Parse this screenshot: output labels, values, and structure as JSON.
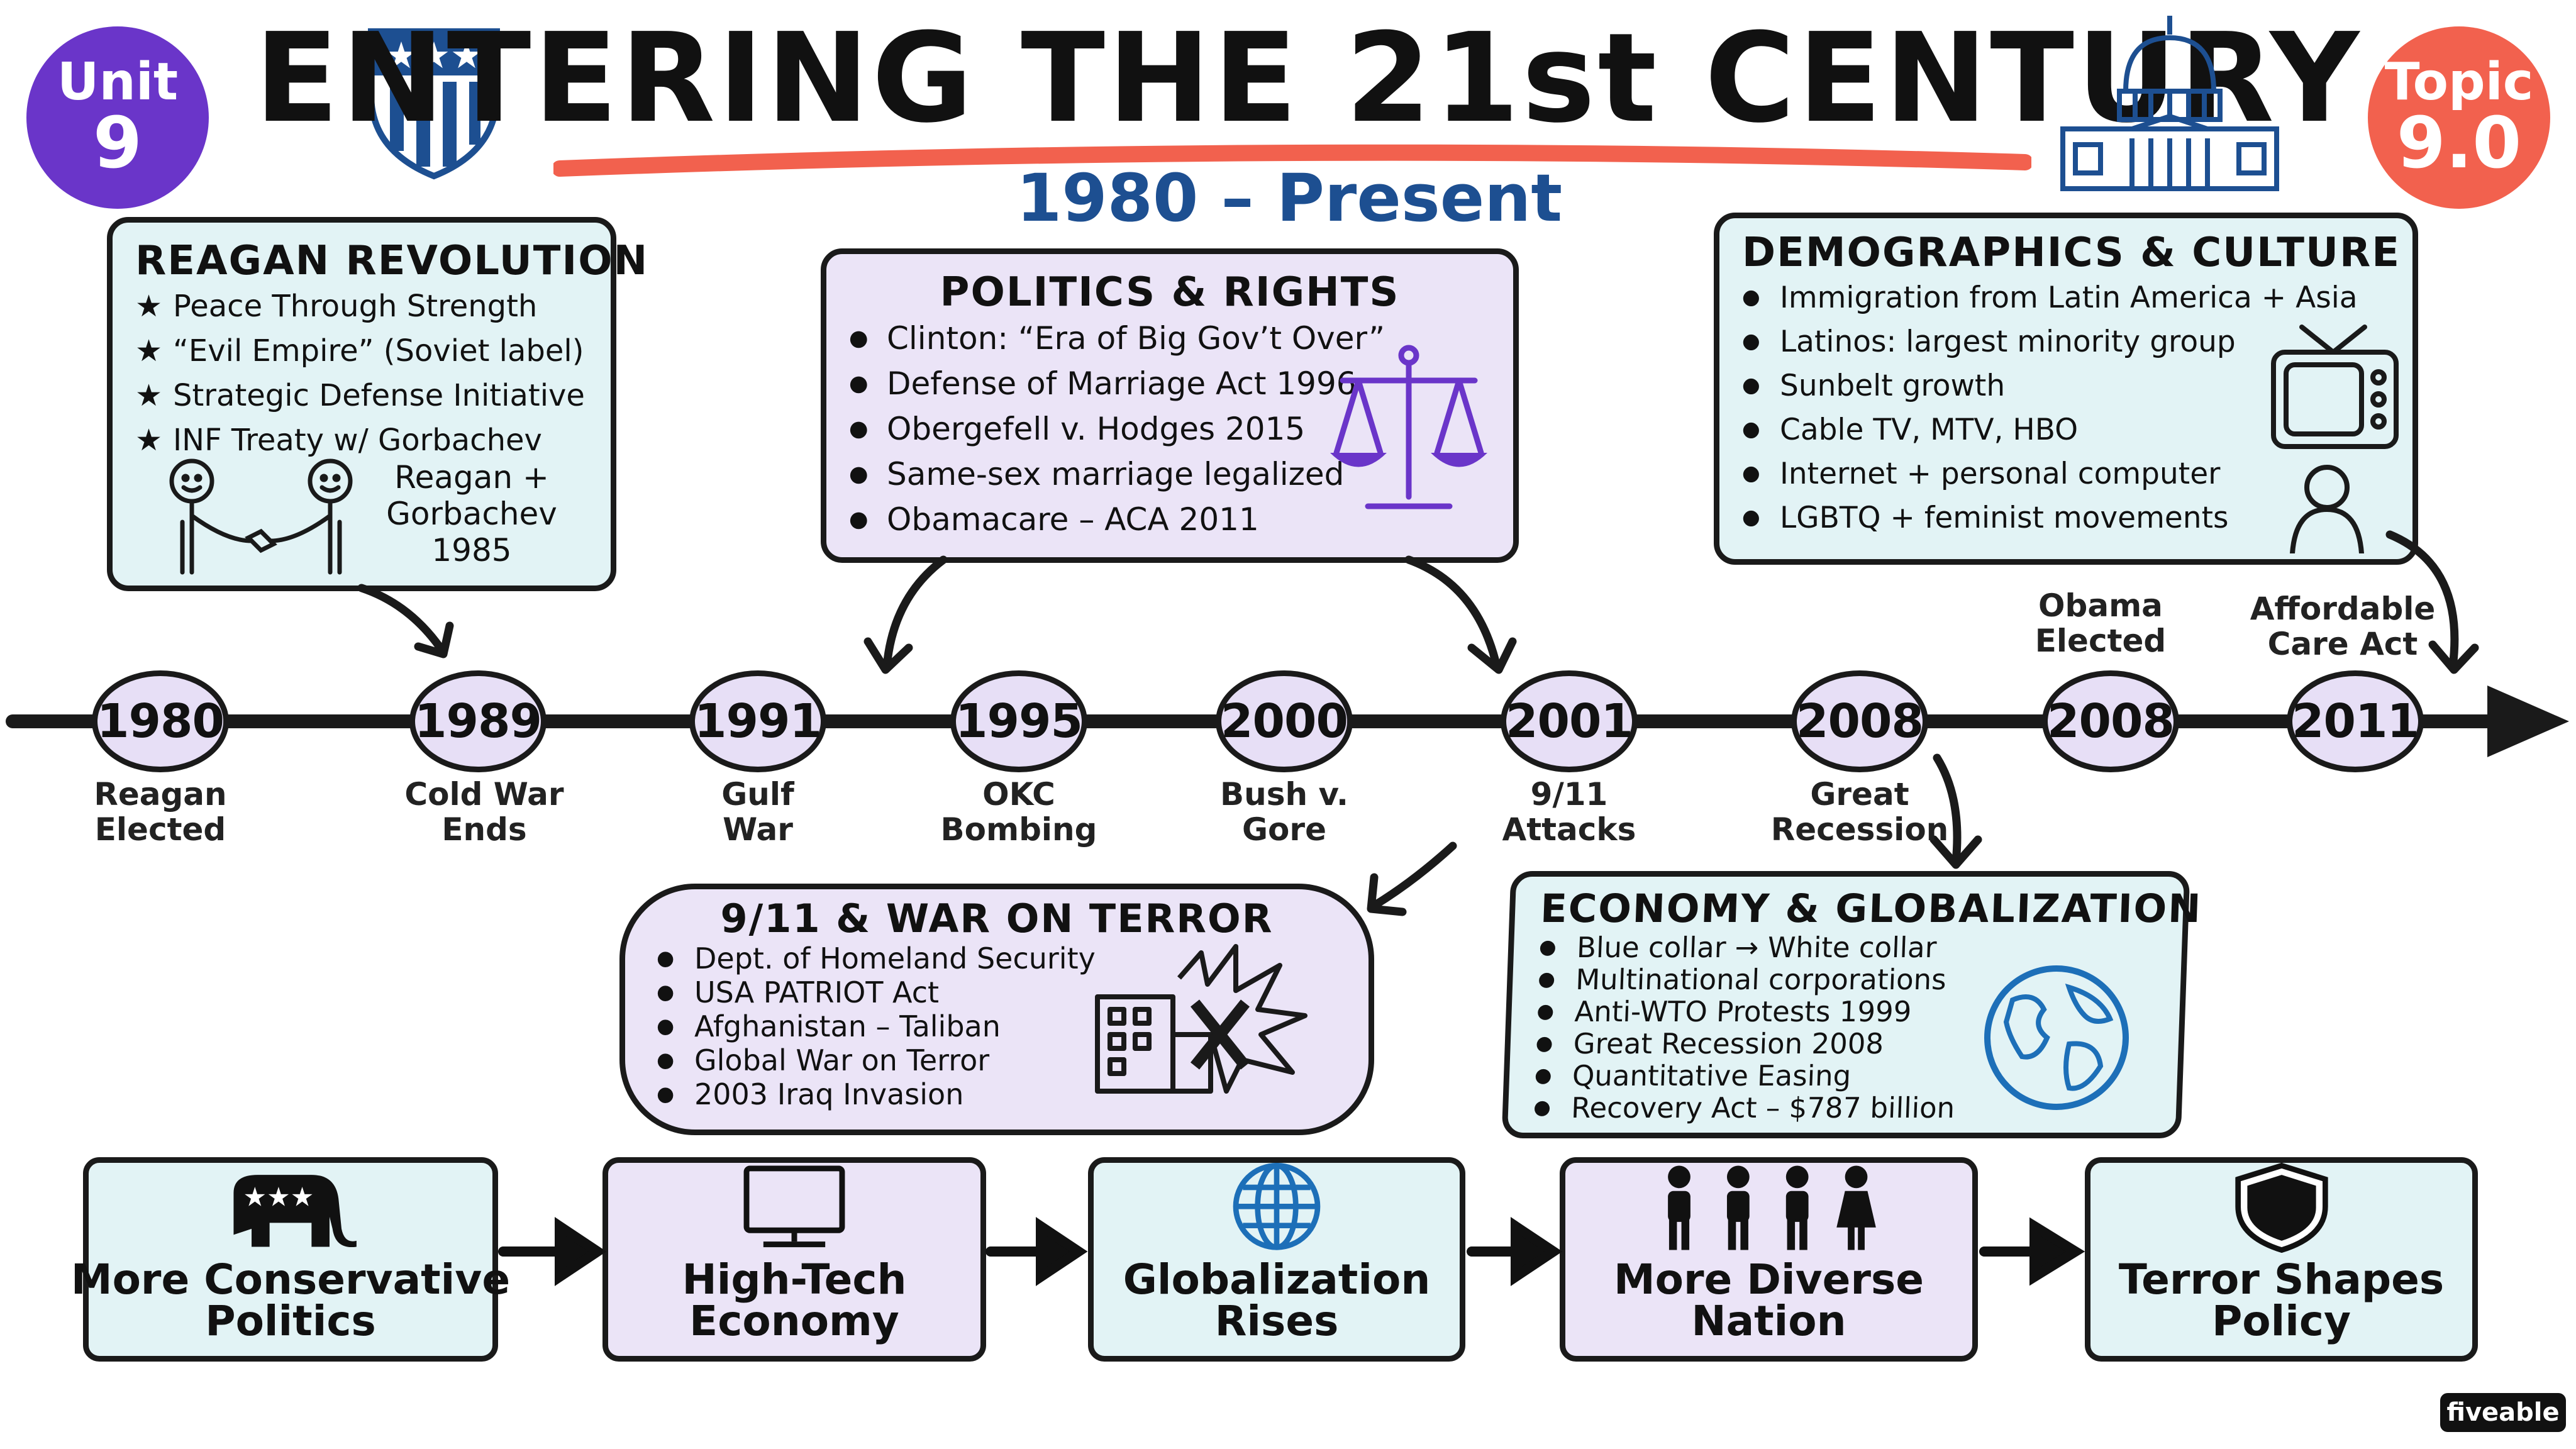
{
  "badges": {
    "unit": {
      "line1": "Unit",
      "line2": "9"
    },
    "topic": {
      "line1": "Topic",
      "line2": "9.0"
    }
  },
  "header": {
    "title": "ENTERING THE 21st CENTURY",
    "subtitle": "1980 – Present"
  },
  "reagan_box": {
    "title": "REAGAN REVOLUTION",
    "items": [
      "Peace Through Strength",
      "“Evil Empire” (Soviet label)",
      "Strategic Defense Initiative",
      "INF Treaty w/ Gorbachev"
    ],
    "caption": [
      "Reagan +",
      "Gorbachev",
      "1985"
    ]
  },
  "politics_box": {
    "title": "POLITICS & RIGHTS",
    "items": [
      "Clinton: “Era of Big Gov’t Over”",
      "Defense of Marriage Act 1996",
      "Obergefell v. Hodges 2015",
      "Same-sex marriage legalized",
      "Obamacare – ACA 2011"
    ]
  },
  "demographics_box": {
    "title": "DEMOGRAPHICS & CULTURE",
    "items": [
      "Immigration from Latin America + Asia",
      "Latinos: largest minority group",
      "Sunbelt growth",
      "Cable TV, MTV, HBO",
      "Internet + personal computer",
      "LGBTQ + feminist movements"
    ]
  },
  "terror_box": {
    "title": "9/11 & WAR ON TERROR",
    "items": [
      "Dept. of Homeland Security",
      "USA PATRIOT Act",
      "Afghanistan – Taliban",
      "Global War on Terror",
      "2003 Iraq Invasion"
    ]
  },
  "economy_box": {
    "title": "ECONOMY & GLOBALIZATION",
    "items": [
      "Blue collar → White collar",
      "Multinational corporations",
      "Anti-WTO Protests 1999",
      "Great Recession 2008",
      "Quantitative Easing",
      "Recovery Act – $787 billion"
    ]
  },
  "timeline": [
    {
      "year": "1980",
      "label": [
        "Reagan",
        "Elected"
      ],
      "pos": "below"
    },
    {
      "year": "1989",
      "label": [
        "Cold War",
        "Ends"
      ],
      "pos": "below"
    },
    {
      "year": "1991",
      "label": [
        "Gulf",
        "War"
      ],
      "pos": "below"
    },
    {
      "year": "1995",
      "label": [
        "OKC",
        "Bombing"
      ],
      "pos": "below"
    },
    {
      "year": "2000",
      "label": [
        "Bush v.",
        "Gore"
      ],
      "pos": "below"
    },
    {
      "year": "2001",
      "label": [
        "9/11",
        "Attacks"
      ],
      "pos": "below"
    },
    {
      "year": "2008",
      "label": [
        "Great",
        "Recession"
      ],
      "pos": "below"
    },
    {
      "year": "2008",
      "label": [
        "Obama",
        "Elected"
      ],
      "pos": "above"
    },
    {
      "year": "2011",
      "label": [
        "Affordable",
        "Care Act"
      ],
      "pos": "above"
    }
  ],
  "themes": [
    {
      "label": [
        "More Conservative",
        "Politics"
      ],
      "icon": "elephant-icon"
    },
    {
      "label": [
        "High-Tech",
        "Economy"
      ],
      "icon": "computer-icon"
    },
    {
      "label": [
        "Globalization",
        "Rises"
      ],
      "icon": "globe-icon"
    },
    {
      "label": [
        "More Diverse",
        "Nation"
      ],
      "icon": "people-icon"
    },
    {
      "label": [
        "Terror Shapes",
        "Policy"
      ],
      "icon": "shield-icon"
    }
  ],
  "brand": "fiveable",
  "colors": {
    "unit_badge": "#6a35c9",
    "topic_badge": "#f2614e",
    "subtitle": "#1d4f91",
    "box_blue": "#e2f3f5",
    "box_purple": "#ebe4f7",
    "underline": "#f2614e"
  }
}
